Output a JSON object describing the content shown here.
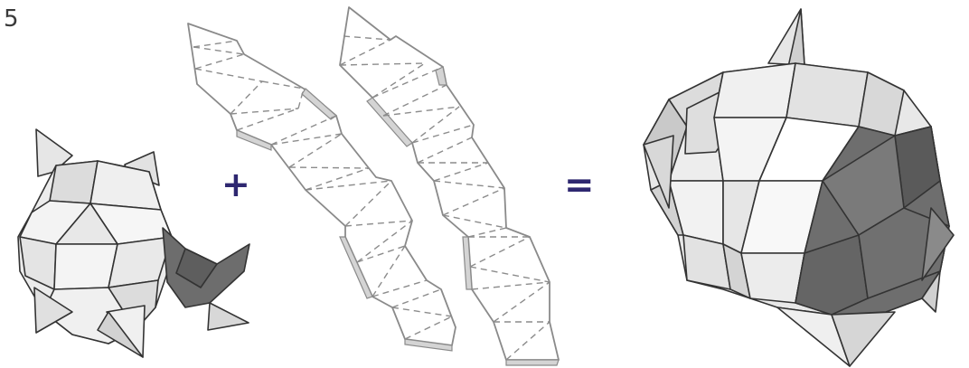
{
  "step_number": "5",
  "operators": {
    "plus": "+",
    "equals": "="
  },
  "colors": {
    "operator": "#2e2770",
    "face_light": "#eeeeee",
    "face_mid": "#c8c8c8",
    "face_dark": "#6b6b6b",
    "net_line": "#8a8a8a",
    "glue_tab": "#d4d4d4"
  },
  "figures": [
    {
      "name": "partial-assembled-model",
      "description_icon": "polyhedron-icon"
    },
    {
      "name": "paper-net-strip-a",
      "description_icon": "net-strip-icon"
    },
    {
      "name": "paper-net-strip-b",
      "description_icon": "net-strip-icon"
    },
    {
      "name": "finished-model",
      "description_icon": "polyhedron-icon"
    }
  ]
}
